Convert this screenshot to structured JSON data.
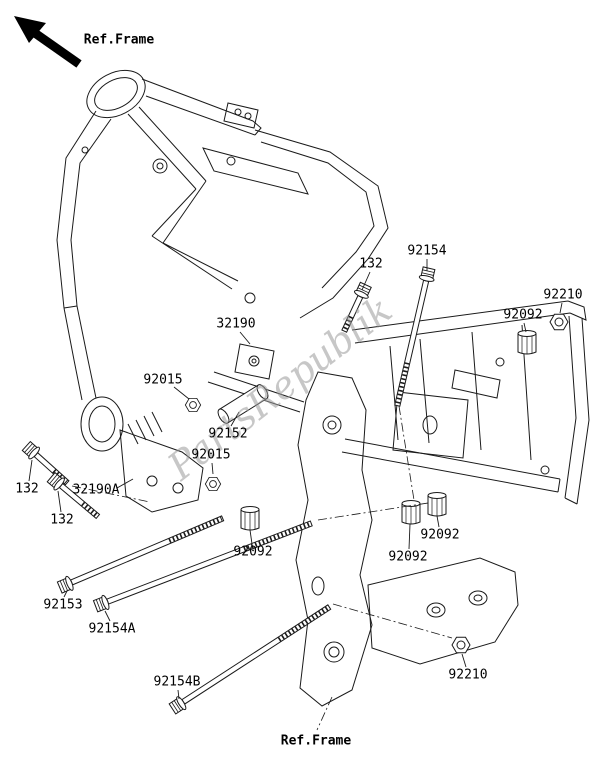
{
  "diagram": {
    "ref_frame_top": "Ref.Frame",
    "ref_frame_bottom": "Ref.Frame",
    "watermark": "PartsRepublik",
    "arrow_icon": "arrow-up-left",
    "line_color": "#1a1a1a",
    "watermark_color": "#9a9a9a",
    "background": "#ffffff"
  },
  "labels": [
    {
      "part": "132",
      "text": "132"
    },
    {
      "part": "92154",
      "text": "92154"
    },
    {
      "part": "92210",
      "text": "92210"
    },
    {
      "part": "92092",
      "text": "92092"
    },
    {
      "part": "32190",
      "text": "32190"
    },
    {
      "part": "92015",
      "text": "92015"
    },
    {
      "part": "92152",
      "text": "92152"
    },
    {
      "part": "92015",
      "text": "92015"
    },
    {
      "part": "132",
      "text": "132"
    },
    {
      "part": "32190A",
      "text": "32190A"
    },
    {
      "part": "132",
      "text": "132"
    },
    {
      "part": "92092",
      "text": "92092"
    },
    {
      "part": "92092",
      "text": "92092"
    },
    {
      "part": "92092",
      "text": "92092"
    },
    {
      "part": "92153",
      "text": "92153"
    },
    {
      "part": "92154A",
      "text": "92154A"
    },
    {
      "part": "92154B",
      "text": "92154B"
    },
    {
      "part": "92210",
      "text": "92210"
    }
  ]
}
